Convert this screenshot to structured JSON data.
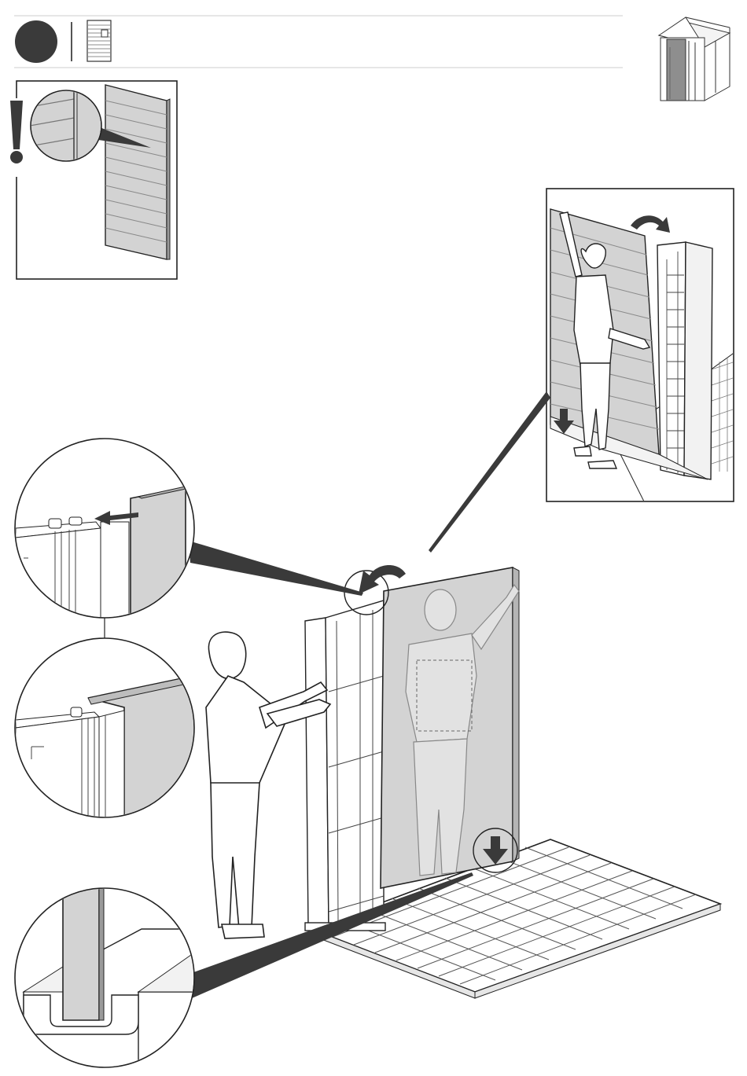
{
  "header": {
    "step_number": "",
    "part_icon": "wall-panel-icon",
    "overview_icon": "shed-overview-icon"
  },
  "warning": {
    "icon": "exclamation-icon",
    "mark": "!"
  },
  "colors": {
    "panel_fill": "#d3d3d3",
    "panel_dark": "#bdbdbd",
    "line": "#222222",
    "dark_fill": "#3c3c3c",
    "arrow": "#3a3a3a",
    "circle_badge": "#3a3a3a"
  },
  "scenes": [
    {
      "id": "main",
      "description_icon": "wall-assembly-scene"
    },
    {
      "id": "top-right-inset",
      "description_icon": "panel-insert-detail"
    },
    {
      "id": "detail-1",
      "description_icon": "top-connector-detail"
    },
    {
      "id": "detail-2",
      "description_icon": "top-connector-seated-detail"
    },
    {
      "id": "detail-3",
      "description_icon": "floor-channel-detail"
    }
  ]
}
